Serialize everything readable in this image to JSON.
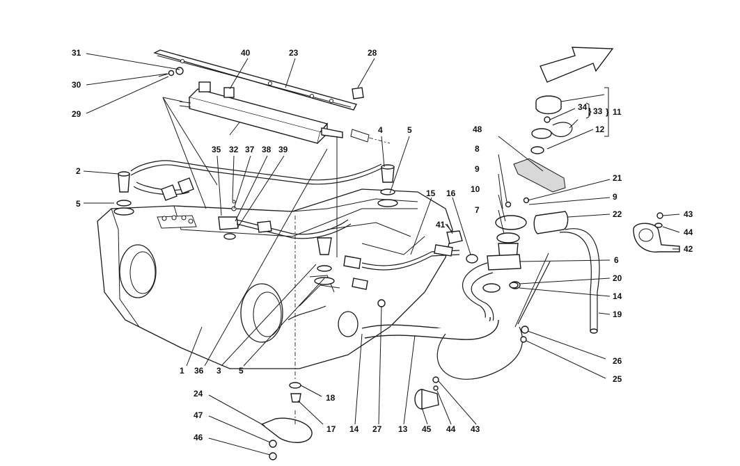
{
  "colors": {
    "ink": "#1a1a1a",
    "background": "#ffffff",
    "shade": "#d8d8d8"
  },
  "diagram": {
    "type": "exploded-parts-view",
    "callouts": [
      {
        "id": "c1",
        "label": "1"
      },
      {
        "id": "c2",
        "label": "2"
      },
      {
        "id": "c3",
        "label": "3"
      },
      {
        "id": "c4",
        "label": "4"
      },
      {
        "id": "c5a",
        "label": "5"
      },
      {
        "id": "c5b",
        "label": "5"
      },
      {
        "id": "c5c",
        "label": "5"
      },
      {
        "id": "c6",
        "label": "6"
      },
      {
        "id": "c7",
        "label": "7"
      },
      {
        "id": "c8",
        "label": "8"
      },
      {
        "id": "c9a",
        "label": "9"
      },
      {
        "id": "c9b",
        "label": "9"
      },
      {
        "id": "c10",
        "label": "10"
      },
      {
        "id": "c11",
        "label": "11"
      },
      {
        "id": "c12",
        "label": "12"
      },
      {
        "id": "c13",
        "label": "13"
      },
      {
        "id": "c14a",
        "label": "14"
      },
      {
        "id": "c14b",
        "label": "14"
      },
      {
        "id": "c15",
        "label": "15"
      },
      {
        "id": "c16",
        "label": "16"
      },
      {
        "id": "c17",
        "label": "17"
      },
      {
        "id": "c18",
        "label": "18"
      },
      {
        "id": "c19",
        "label": "19"
      },
      {
        "id": "c20",
        "label": "20"
      },
      {
        "id": "c21",
        "label": "21"
      },
      {
        "id": "c22",
        "label": "22"
      },
      {
        "id": "c23",
        "label": "23"
      },
      {
        "id": "c24",
        "label": "24"
      },
      {
        "id": "c25",
        "label": "25"
      },
      {
        "id": "c26",
        "label": "26"
      },
      {
        "id": "c27",
        "label": "27"
      },
      {
        "id": "c28",
        "label": "28"
      },
      {
        "id": "c29",
        "label": "29"
      },
      {
        "id": "c30",
        "label": "30"
      },
      {
        "id": "c31",
        "label": "31"
      },
      {
        "id": "c32",
        "label": "32"
      },
      {
        "id": "c33",
        "label": "33"
      },
      {
        "id": "c34",
        "label": "34"
      },
      {
        "id": "c35",
        "label": "35"
      },
      {
        "id": "c36",
        "label": "36"
      },
      {
        "id": "c37",
        "label": "37"
      },
      {
        "id": "c38",
        "label": "38"
      },
      {
        "id": "c39",
        "label": "39"
      },
      {
        "id": "c40",
        "label": "40"
      },
      {
        "id": "c41",
        "label": "41"
      },
      {
        "id": "c42",
        "label": "42"
      },
      {
        "id": "c43a",
        "label": "43"
      },
      {
        "id": "c43b",
        "label": "43"
      },
      {
        "id": "c44a",
        "label": "44"
      },
      {
        "id": "c44b",
        "label": "44"
      },
      {
        "id": "c45",
        "label": "45"
      },
      {
        "id": "c46",
        "label": "46"
      },
      {
        "id": "c47",
        "label": "47"
      },
      {
        "id": "c48",
        "label": "48"
      }
    ]
  }
}
